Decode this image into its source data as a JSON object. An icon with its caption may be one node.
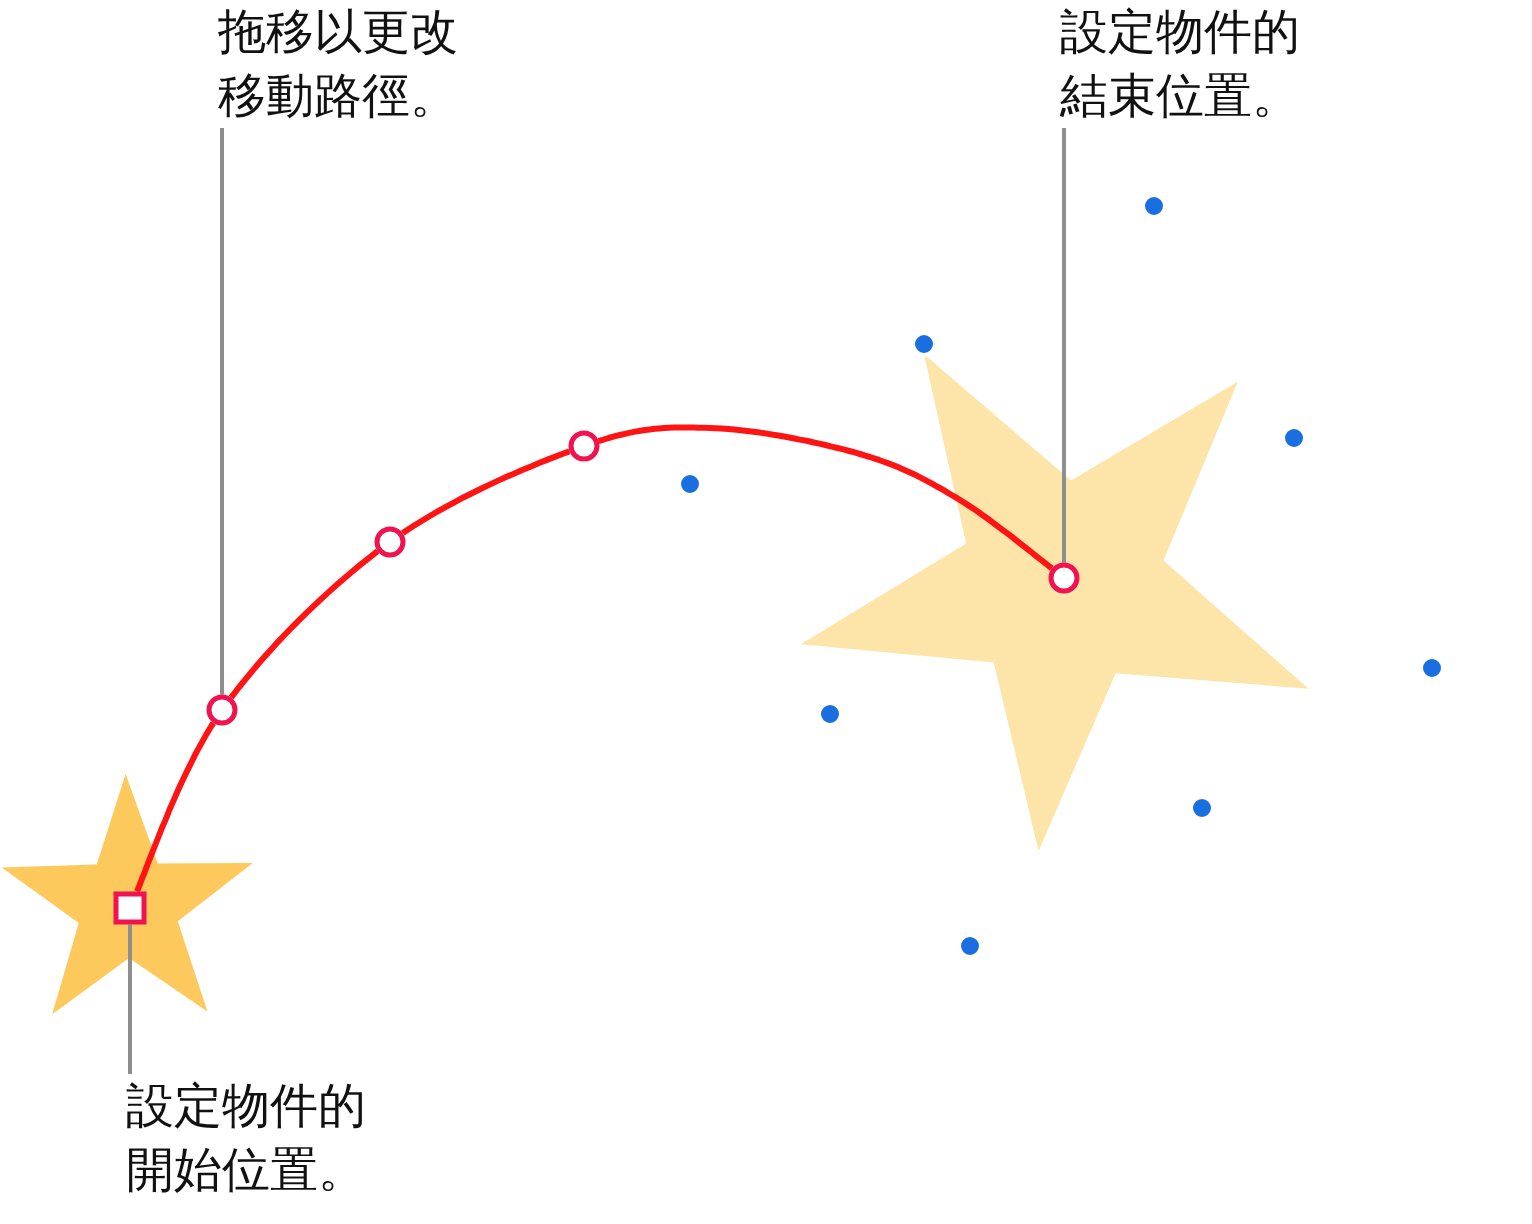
{
  "diagram": {
    "nodes": [
      {
        "text": [
          "拖移以更改移動路徑。"
        ]
      },
      {
        "text": [
          "設定物件的結束位置。"
        ]
      },
      {
        "text": [
          "設定物件的開始位置。"
        ]
      },
      {
        "text": [],
        "shape": "box"
      },
      {
        "text": [],
        "shape": "circle"
      },
      {
        "text": [],
        "shape": "circle"
      },
      {
        "text": [],
        "shape": "circle"
      },
      {
        "text": [],
        "shape": "circle"
      }
    ],
    "edges": [
      {
        "from": 0,
        "to": 4,
        "arrow": "none",
        "color": "#8e8e8e"
      },
      {
        "from": 1,
        "to": 7,
        "arrow": "none",
        "color": "#8e8e8e"
      },
      {
        "from": 2,
        "to": 3,
        "arrow": "none",
        "color": "#8e8e8e"
      },
      {
        "from": 3,
        "to": 4,
        "arrow": "none"
      },
      {
        "from": 4,
        "to": 5,
        "arrow": "none"
      },
      {
        "from": 5,
        "to": 6,
        "arrow": "none"
      },
      {
        "from": 6,
        "to": 7,
        "arrow": "none"
      }
    ]
  }
}
